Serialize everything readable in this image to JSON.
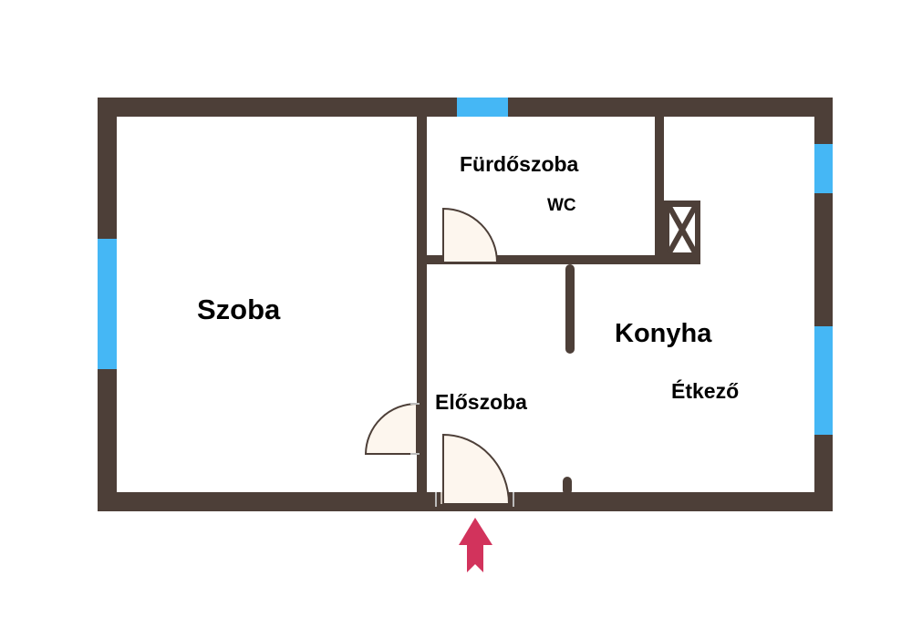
{
  "rooms": {
    "szoba": "Szoba",
    "furdoszoba": "Fürdőszoba",
    "wc": "WC",
    "eloszoba": "Előszoba",
    "konyha": "Konyha",
    "etkezo": "Étkező"
  },
  "colors": {
    "wall": "#4d3f38",
    "window": "#45b7f5",
    "door_fill": "#fdf6ee",
    "entrance_arrow": "#d2335c"
  }
}
